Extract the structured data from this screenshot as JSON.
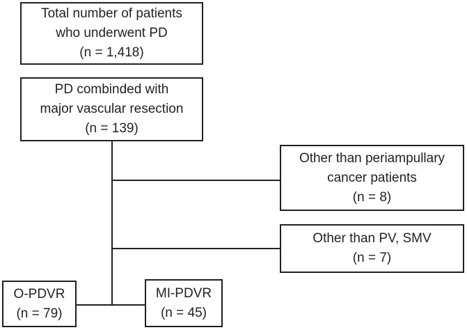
{
  "figure": {
    "type": "patient-flow-diagram",
    "background": "#ffffff",
    "line_color": "#231f20"
  },
  "boxes": {
    "total": {
      "lines": [
        "Total number of patients",
        "who underwent PD",
        "(n = 1,418)"
      ]
    },
    "pd_vascular": {
      "lines": [
        "PD combinded with",
        "major vascular resection",
        "(n = 139)"
      ]
    },
    "other_periampullary": {
      "lines": [
        "Other than periampullary",
        "cancer patients",
        "(n = 8)"
      ]
    },
    "other_pv_smv": {
      "lines": [
        "Other than PV, SMV",
        "(n = 7)"
      ]
    },
    "o_pdvr": {
      "lines": [
        "O-PDVR",
        "(n = 79)"
      ]
    },
    "mi_pdvr": {
      "lines": [
        "MI-PDVR",
        "(n = 45)"
      ]
    }
  }
}
